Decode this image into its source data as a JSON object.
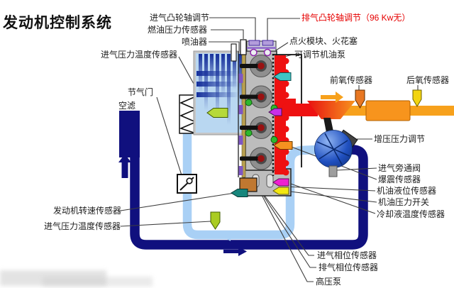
{
  "title": "发动机控制系统",
  "labels": {
    "intake_cam": "进气凸轮轴调节",
    "fuel_pressure": "燃油压力传感器",
    "injector": "喷油器",
    "exhaust_cam": "排气凸轮轴调节（96 Kw无）",
    "map_top": "进气压力温度传感器",
    "throttle": "节气门",
    "air_filter": "空滤",
    "ignition": "点火模块、火花塞",
    "oil_pump": "可调节机油泵",
    "front_o2": "前氧传感器",
    "rear_o2": "后氧传感器",
    "boost": "增压压力调节",
    "bypass": "进气旁通阀",
    "knock": "爆震传感器",
    "oil_level": "机油液位传感器",
    "oil_switch": "机油压力开关",
    "coolant": "冷却液温度传感器",
    "engine_speed": "发动机转速传感器",
    "map_bottom": "进气压力温度传感器",
    "intake_phase": "进气相位传感器",
    "exhaust_phase": "排气相位传感器",
    "hp_pump": "高压泵"
  },
  "colors": {
    "pipe_dark_blue": "#10107e",
    "pipe_light_blue": "#a9d0f5",
    "exhaust_red": "#ee1111",
    "exhaust_orange": "#f7a11c",
    "label_red": "#e60000",
    "turbo_blue": "#2050c0",
    "engine_gray": "#bdbdbd"
  },
  "markers": {
    "front_o2_marker": "orange-down-bullet",
    "rear_o2_marker": "yellow-down-bullet",
    "oil_pump_marker": "cyan-left-bullet",
    "phase_marker": "violet-left-bullet",
    "bypass_marker": "orange-left-bullet",
    "coolant_marker": "magenta-left-bullet",
    "oil_switch_marker": "yellow-left-bullet",
    "engine_speed_marker": "teal-left-bullet",
    "map_top_marker": "green-left-bullet",
    "map_bottom_marker": "green-down-bullet"
  }
}
